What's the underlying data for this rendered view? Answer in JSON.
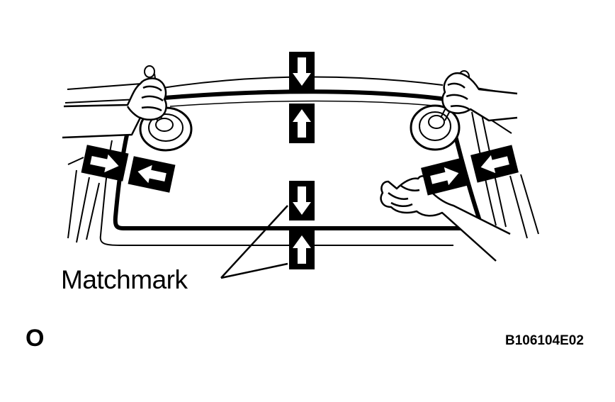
{
  "figure": {
    "callout_label": "Matchmark",
    "orientation_code": "O",
    "figure_id": "B106104E02"
  },
  "colors": {
    "ink": "#000000",
    "paper": "#ffffff"
  },
  "icons": {
    "arrow_up": "arrow-up-icon",
    "arrow_down": "arrow-down-icon",
    "arrow_left": "arrow-left-icon",
    "arrow_right": "arrow-right-icon",
    "suction_cup": "suction-cup-icon",
    "hand": "hand-icon"
  }
}
